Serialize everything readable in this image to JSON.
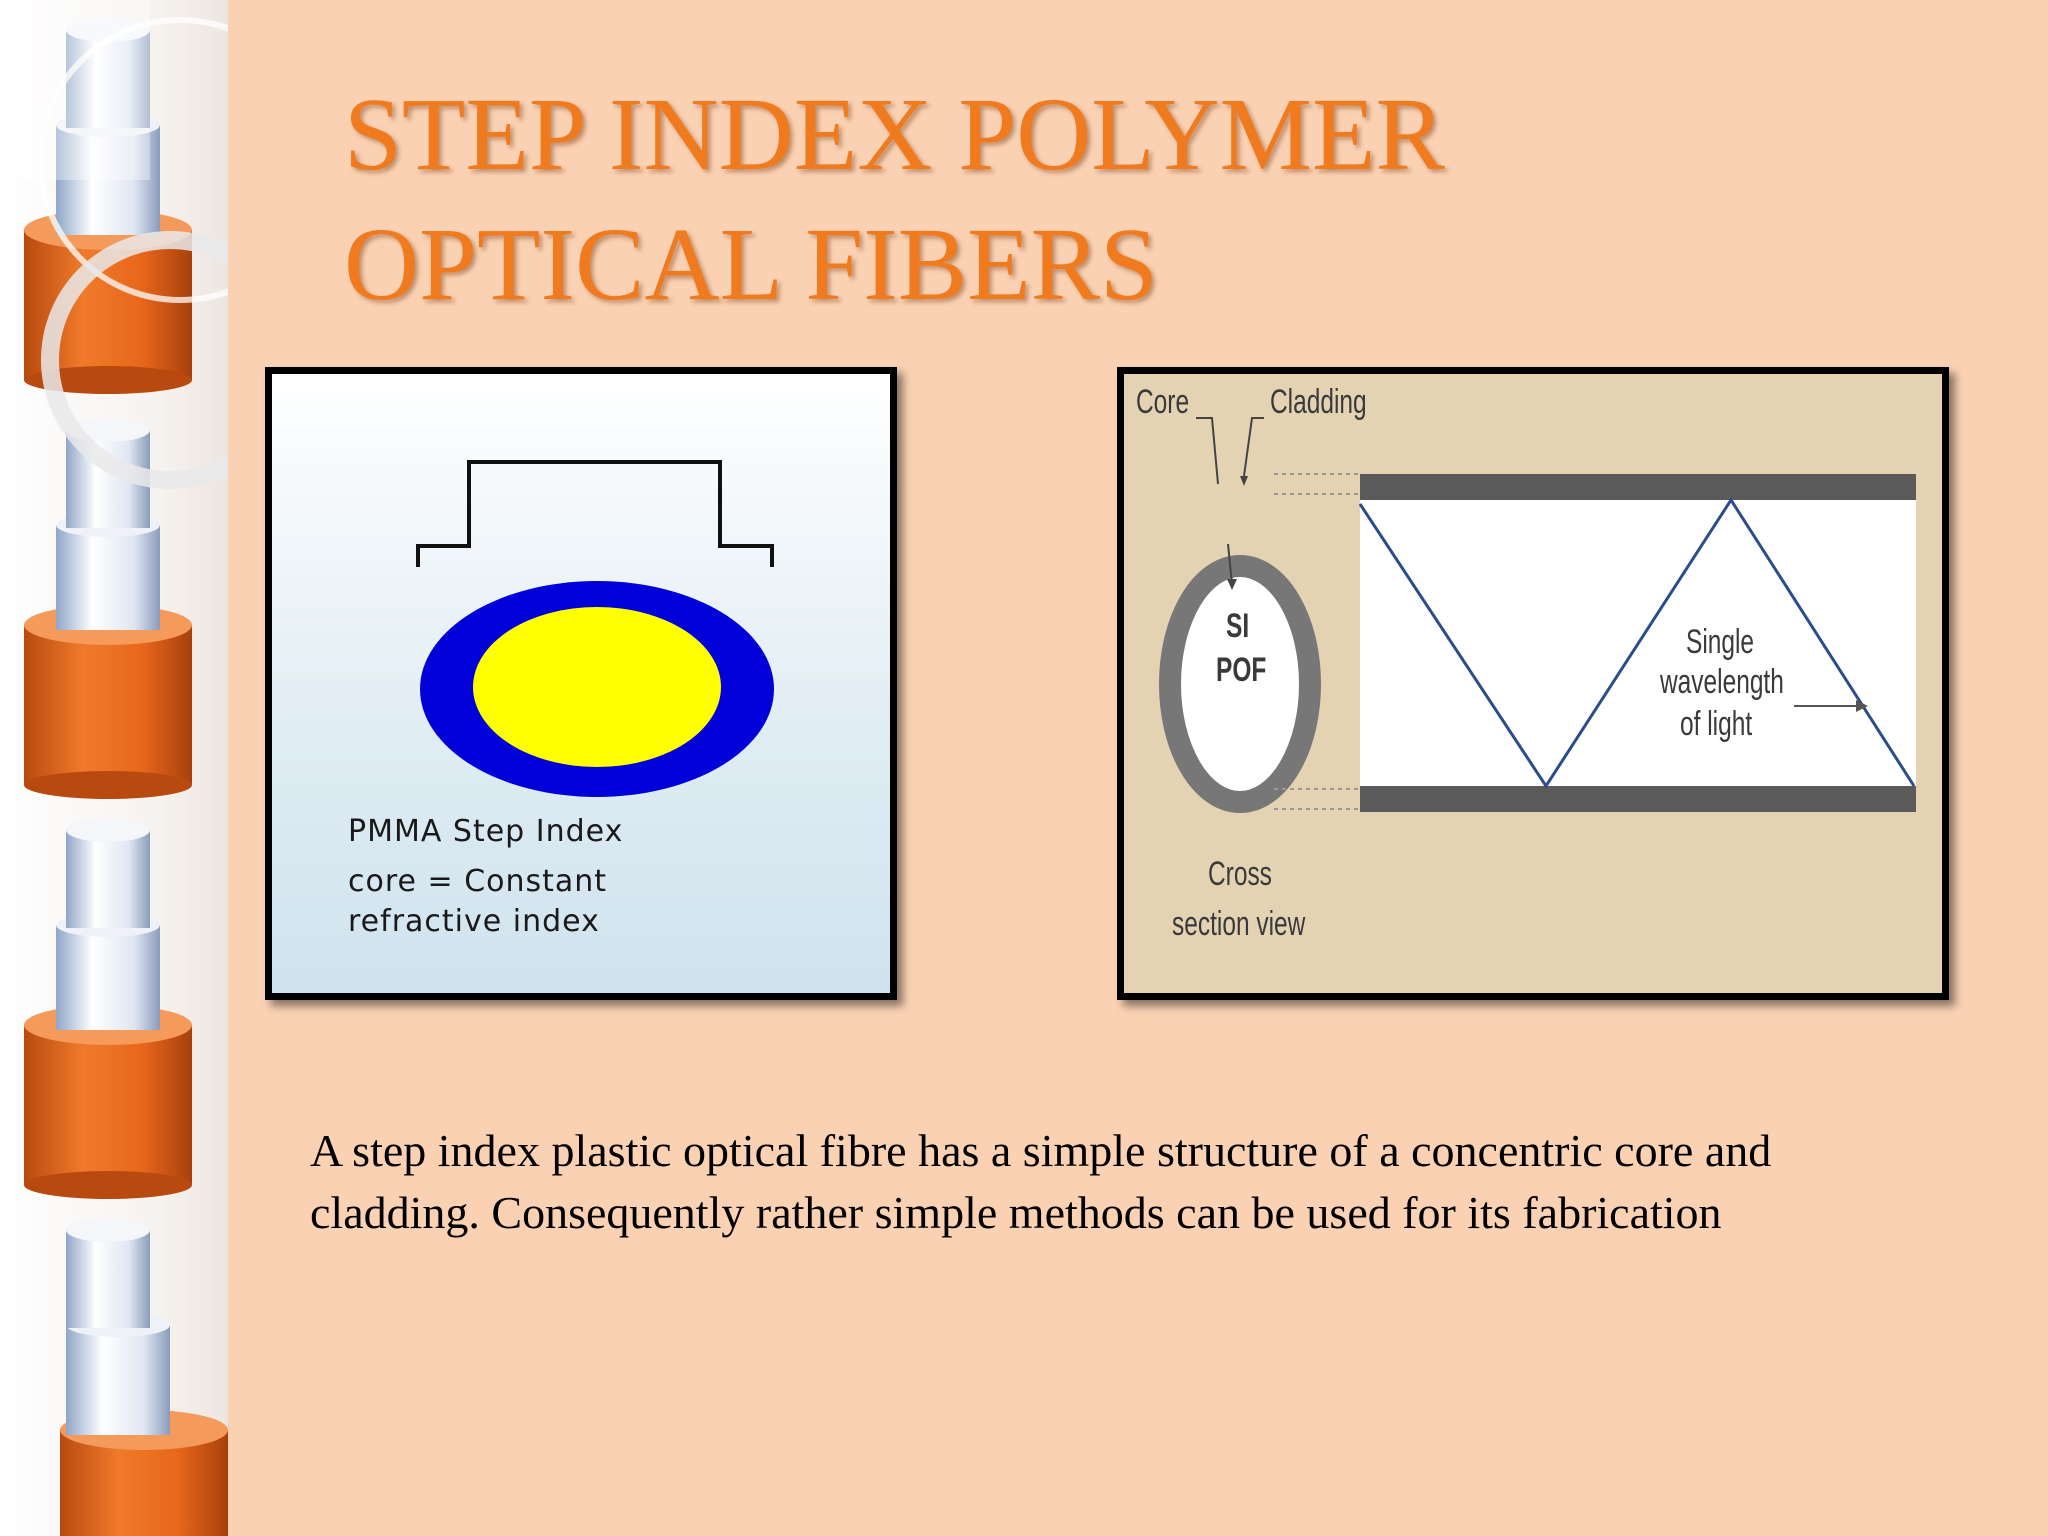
{
  "slide": {
    "title_line1": "STEP INDEX POLYMER",
    "title_line2": "OPTICAL FIBERS",
    "body": "A step index plastic optical fibre has a simple structure of a concentric core and cladding. Consequently rather simple methods can be used for its fabrication"
  },
  "left_figure": {
    "line1": "PMMA Step Index",
    "line2": "core = Constant",
    "line3": "refractive index"
  },
  "right_figure": {
    "core_label": "Core",
    "cladding_label": "Cladding",
    "center_line1": "SI",
    "center_line2": "POF",
    "ray_line1": "Single",
    "ray_line2": "wavelength",
    "ray_line3": "of light",
    "cross_line1": "Cross",
    "cross_line2": "section view"
  },
  "colors": {
    "background": "#fad1b3",
    "title": "#f07a1e",
    "core_yellow": "#ffff00",
    "cladding_blue": "#0000d8",
    "cable_orange": "#e8671c"
  }
}
